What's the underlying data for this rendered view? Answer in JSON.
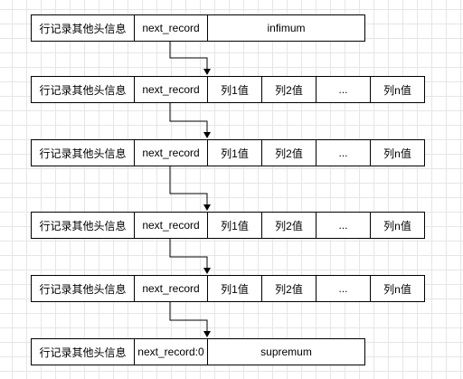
{
  "diagram": {
    "rows": [
      {
        "kind": "infimum",
        "header": "行记录其他头信息",
        "next": "next_record",
        "payload": "infimum"
      },
      {
        "kind": "data",
        "header": "行记录其他头信息",
        "next": "next_record",
        "cols": [
          "列1值",
          "列2值",
          "...",
          "列n值"
        ]
      },
      {
        "kind": "data",
        "header": "行记录其他头信息",
        "next": "next_record",
        "cols": [
          "列1值",
          "列2值",
          "...",
          "列n值"
        ]
      },
      {
        "kind": "data",
        "header": "行记录其他头信息",
        "next": "next_record",
        "cols": [
          "列1值",
          "列2值",
          "...",
          "列n值"
        ]
      },
      {
        "kind": "data",
        "header": "行记录其他头信息",
        "next": "next_record",
        "cols": [
          "列1值",
          "列2值",
          "...",
          "列n值"
        ]
      },
      {
        "kind": "supremum",
        "header": "行记录其他头信息",
        "next": "next_record:0",
        "payload": "supremum"
      }
    ],
    "colors": {
      "line": "#000000",
      "box_fill": "#ffffff",
      "grid": "#e6e6e6"
    }
  }
}
